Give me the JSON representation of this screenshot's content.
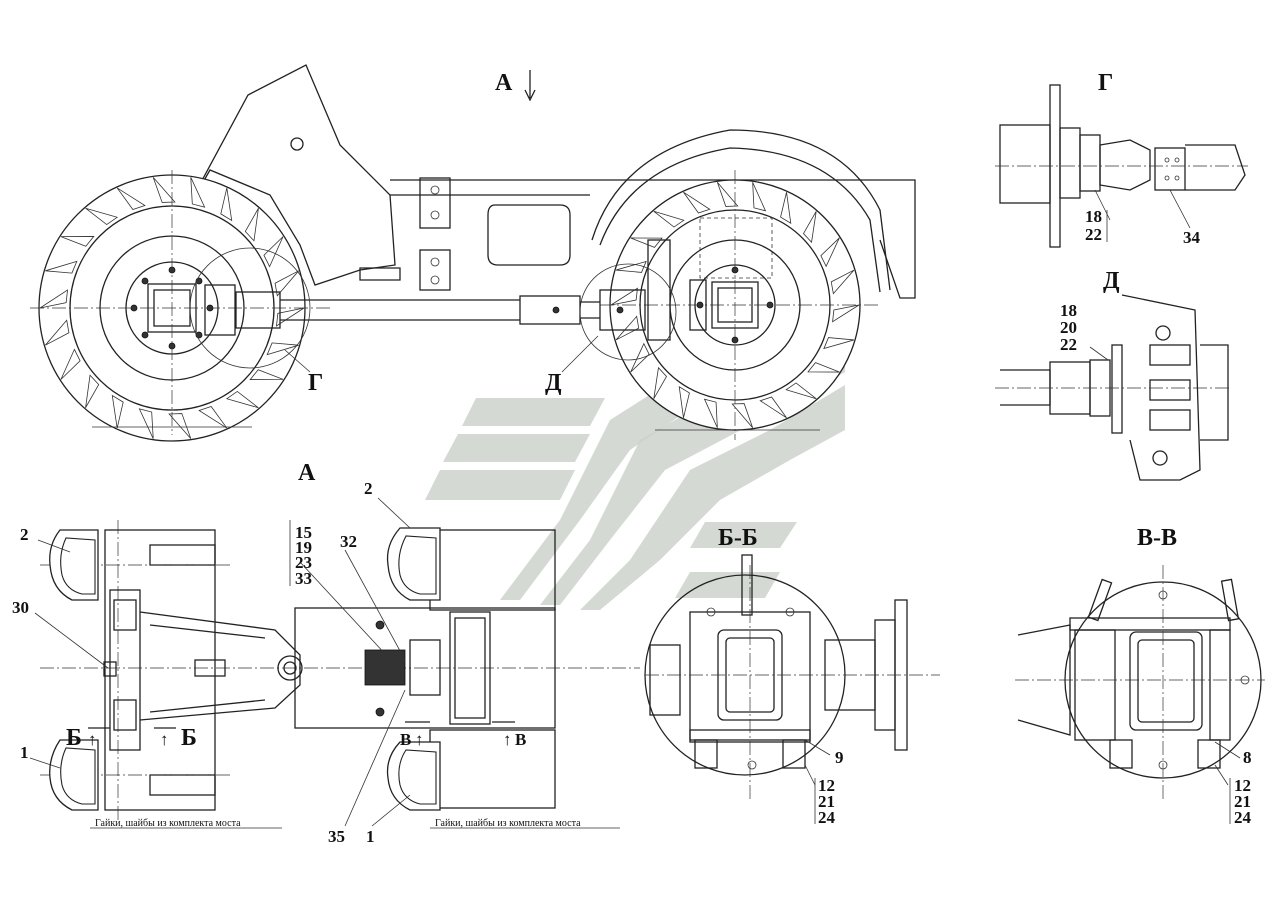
{
  "views": {
    "main_view_arrow": "А",
    "top_view": "А",
    "detail_g": "Г",
    "detail_d": "Д",
    "section_bb": "Б-Б",
    "section_vv": "В-В"
  },
  "callouts": {
    "detail_g_pointer": "Г",
    "detail_d_pointer": "Д",
    "cut_b_left": "Б",
    "cut_b_right": "Б",
    "cut_v_left": "В",
    "cut_v_right": "В",
    "detail_g_nums": [
      "18",
      "22"
    ],
    "detail_g_34": "34",
    "detail_d_nums": [
      "18",
      "20",
      "22"
    ],
    "left_top_2": "2",
    "left_30": "30",
    "left_1": "1",
    "mid_stack": [
      "15",
      "19",
      "23",
      "33"
    ],
    "mid_32": "32",
    "mid_2": "2",
    "mid_35": "35",
    "mid_1": "1",
    "bb_9": "9",
    "bb_stack": [
      "12",
      "21",
      "24"
    ],
    "vv_8": "8",
    "vv_stack": [
      "12",
      "21",
      "24"
    ]
  },
  "notes": {
    "nuts_left": "Гайки, шайбы из комплекта моста",
    "nuts_right": "Гайки, шайбы из комплекта моста"
  }
}
